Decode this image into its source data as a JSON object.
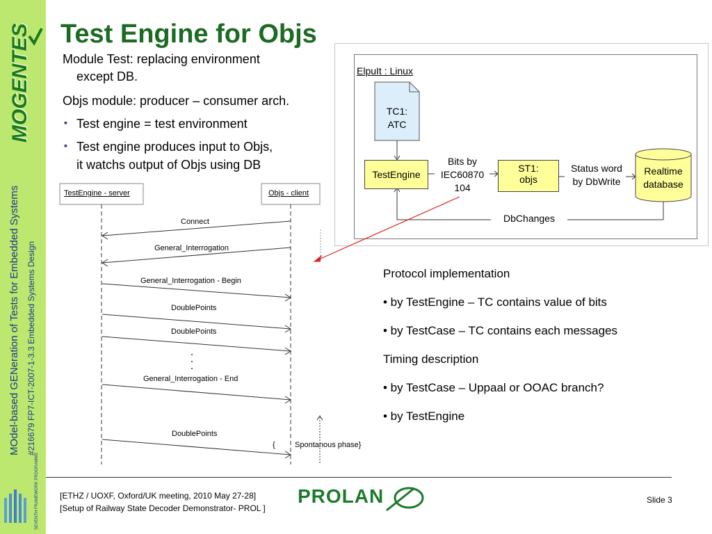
{
  "sidebar": {
    "logo": "MOGENTES",
    "title": "MOdel-based GENeration of Tests for Embedded Systems",
    "subtitle": "#216679 FP7-ICT-2007-1-3.3 Embedded Systems Design",
    "fp7_logo": "SEVENTH FRAMEWORK PROGRAMME"
  },
  "slide": {
    "title": "Test Engine for Objs",
    "lines": [
      "Module Test: replacing environment",
      "except DB.",
      "Objs module: producer – consumer arch.",
      "Test engine = test environment",
      "Test engine produces input to Objs,",
      "it watchs output of Objs using DB"
    ]
  },
  "diagram": {
    "frame_label": "ElpuIt : Linux",
    "tc1": [
      "TC1:",
      "ATC"
    ],
    "test_engine": "TestEngine",
    "bits_label": [
      "Bits by",
      "IEC60870",
      "104"
    ],
    "st1": [
      "ST1:",
      "objs"
    ],
    "status_label": [
      "Status word",
      "by DbWrite"
    ],
    "database": [
      "Realtime",
      "database"
    ],
    "dbchanges": "DbChanges"
  },
  "sequence": {
    "left_lifeline": "TestEngine - server",
    "right_lifeline": "Objs - client",
    "messages": [
      "Connect",
      "General_Interrogation",
      "General_Interrogation - Begin",
      "DoublePoints",
      "DoublePoints",
      "General_Interrogation - End",
      "DoublePoints"
    ],
    "spontaneous": [
      "{",
      "Spontanous phase}"
    ]
  },
  "right_text": [
    "Protocol implementation",
    "• by TestEngine – TC contains value of bits",
    "• by TestCase – TC contains each messages",
    "Timing description",
    "• by TestCase – Uppaal or OOAC branch?",
    "• by TestEngine"
  ],
  "footer": {
    "line1": "[ETHZ / UOXF, Oxford/UK meeting, 2010 May 27-28]",
    "line2": "[Setup of Railway State Decoder Demonstrator- PROL ]",
    "brand": "PROLAN",
    "slide_no": "Slide 3"
  }
}
